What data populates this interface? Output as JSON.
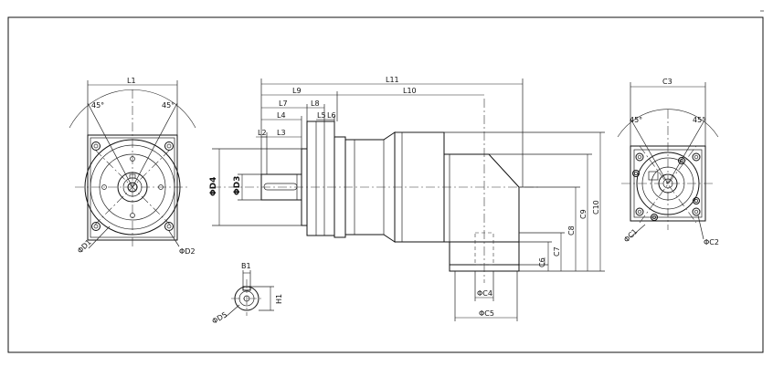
{
  "labels": {
    "L1": "L1",
    "L2": "L2",
    "L3": "L3",
    "L4": "L4",
    "L5": "L5",
    "L6": "L6",
    "L7": "L7",
    "L8": "L8",
    "L9": "L9",
    "L10": "L10",
    "L11": "L11",
    "D1": "ΦD1",
    "D2": "ΦD2",
    "D3": "ΦD3",
    "D4": "ΦD4",
    "D5": "ΦD5",
    "B1": "B1",
    "H1": "H1",
    "C1": "ΦC1",
    "C2": "ΦC2",
    "C3": "C3",
    "C4": "ΦC4",
    "C5": "ΦC5",
    "C6": "C6",
    "C7": "C7",
    "C8": "C8",
    "C9": "C9",
    "C10": "C10",
    "angle_left_a": "45°",
    "angle_left_b": "45°",
    "angle_right_a": "45°",
    "angle_right_b": "45°"
  },
  "colors": {
    "line": "#111111",
    "background": "#ffffff"
  }
}
